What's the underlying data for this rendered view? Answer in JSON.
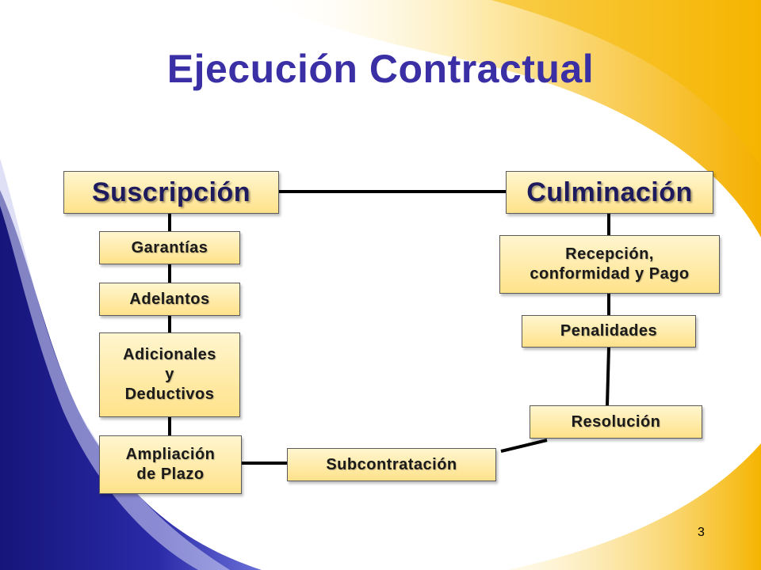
{
  "slide": {
    "title": "Ejecución Contractual",
    "page_number": "3"
  },
  "diagram": {
    "suscripcion": "Suscripción",
    "culminacion": "Culminación",
    "garantias": "Garantías",
    "adelantos": "Adelantos",
    "adicionales_line1": "Adicionales",
    "adicionales_line2": "y",
    "adicionales_line3": "Deductivos",
    "ampliacion_line1": "Ampliación",
    "ampliacion_line2": "de Plazo",
    "subcontratacion": "Subcontratación",
    "recepcion_line1": "Recepción,",
    "recepcion_line2": "conformidad y Pago",
    "penalidades": "Penalidades",
    "resolucion": "Resolución"
  },
  "colors": {
    "title": "#3a2fa5",
    "box_fill_top": "#fff6cf",
    "box_fill_bottom": "#ffe28a",
    "navy_wave": "#1f1d8a",
    "gold_wave": "#f5b400"
  }
}
